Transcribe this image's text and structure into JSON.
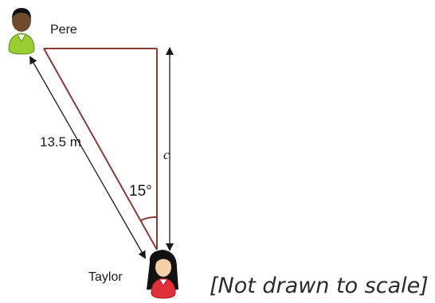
{
  "persons": {
    "top": {
      "name": "Pere",
      "icon": "person-icon-green-shirt"
    },
    "bottom": {
      "name": "Taylor",
      "icon": "person-icon-red-shirt"
    }
  },
  "measurements": {
    "hypotenuse": "13.5 m",
    "vertical_side": "c",
    "angle": "15°"
  },
  "note": "[Not drawn to scale]",
  "colors": {
    "triangle": "#8b3a3a",
    "arrows": "#1a1a1a",
    "pere_shirt": "#9acd32",
    "taylor_shirt": "#e0303a",
    "skin": "#f4cfa8",
    "pere_skin": "#6b4a2e",
    "hair": "#111111"
  }
}
